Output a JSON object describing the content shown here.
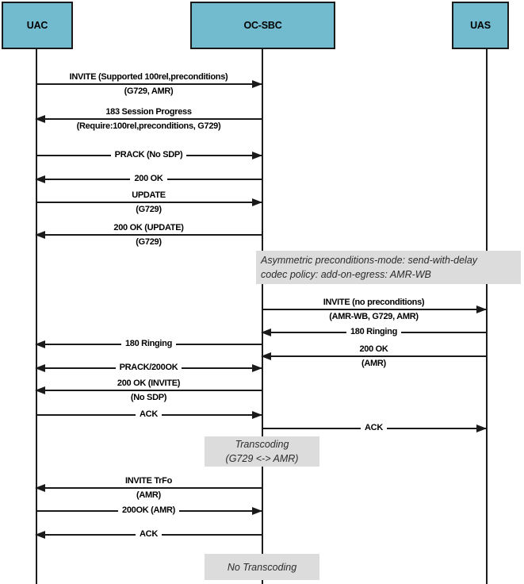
{
  "diagram": {
    "actors": [
      {
        "id": "uac",
        "label": "UAC"
      },
      {
        "id": "ocsbc",
        "label": "OC-SBC"
      },
      {
        "id": "uas",
        "label": "UAS"
      }
    ],
    "messages": [
      {
        "from": "UAC",
        "to": "OC-SBC",
        "text1": "INVITE (Supported 100rel,preconditions)",
        "text2": "(G729, AMR)"
      },
      {
        "from": "OC-SBC",
        "to": "UAC",
        "text1": "183 Session Progress",
        "text2": "(Require:100rel,preconditions, G729)"
      },
      {
        "from": "UAC",
        "to": "OC-SBC",
        "text": "PRACK (No SDP)"
      },
      {
        "from": "OC-SBC",
        "to": "UAC",
        "text": "200 OK"
      },
      {
        "from": "UAC",
        "to": "OC-SBC",
        "text1": "UPDATE",
        "text2": "(G729)"
      },
      {
        "from": "OC-SBC",
        "to": "UAC",
        "text1": "200 OK (UPDATE)",
        "text2": "(G729)"
      },
      {
        "from": "OC-SBC",
        "to": "UAS",
        "text1": "INVITE (no preconditions)",
        "text2": "(AMR-WB, G729, AMR)"
      },
      {
        "from": "UAS",
        "to": "OC-SBC",
        "text": "180 Ringing"
      },
      {
        "from": "OC-SBC",
        "to": "UAC",
        "text": "180 Ringing"
      },
      {
        "from": "UAS",
        "to": "OC-SBC",
        "text1": "200 OK",
        "text2": "(AMR)"
      },
      {
        "from": "UAC",
        "to": "OC-SBC",
        "bidirectional": true,
        "text": "PRACK/200OK"
      },
      {
        "from": "OC-SBC",
        "to": "UAC",
        "text1": "200 OK (INVITE)",
        "text2": "(No SDP)"
      },
      {
        "from": "UAC",
        "to": "OC-SBC",
        "text": "ACK"
      },
      {
        "from": "OC-SBC",
        "to": "UAS",
        "text": "ACK"
      },
      {
        "from": "OC-SBC",
        "to": "UAC",
        "text1": "INVITE TrFo",
        "text2": "(AMR)"
      },
      {
        "from": "UAC",
        "to": "OC-SBC",
        "text": "200OK (AMR)"
      },
      {
        "from": "OC-SBC",
        "to": "UAC",
        "text": "ACK"
      }
    ],
    "notes": [
      {
        "line1": "Asymmetric preconditions-mode: send-with-delay",
        "line2": "codec policy: add-on-egress: AMR-WB"
      },
      {
        "line1": "Transcoding",
        "line2": "(G729 <-> AMR)"
      },
      {
        "line1": "No Transcoding"
      }
    ]
  },
  "colors": {
    "actor_fill": "#72bbce",
    "actor_border": "#1a1a1a",
    "note_fill": "#dcdcdc",
    "line": "#1a1a1a",
    "background": "#ffffff"
  }
}
